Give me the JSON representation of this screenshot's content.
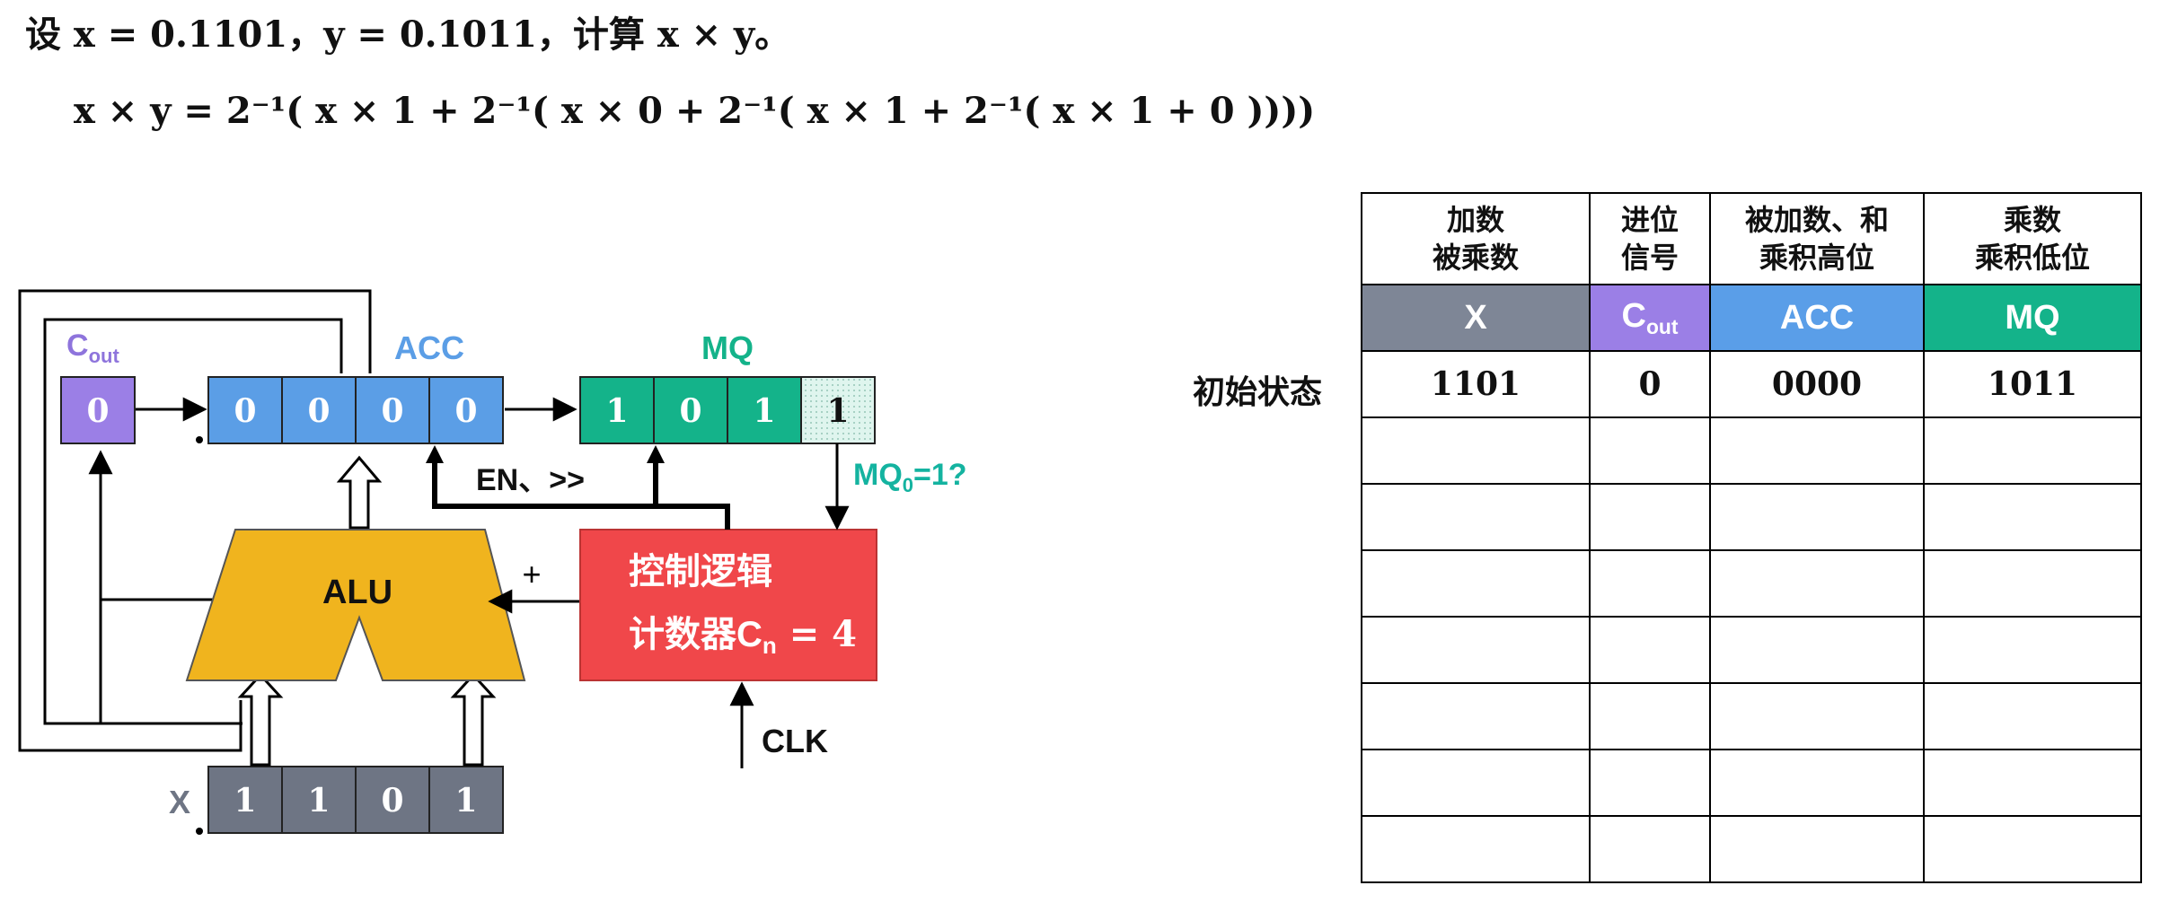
{
  "problem": {
    "statement": "设 x = 0.1101，y = 0.1011，计算 x × y。",
    "formula": "x × y  = 2⁻¹( x × 1 + 2⁻¹( x × 0 + 2⁻¹( x × 1 + 2⁻¹( x × 1 + 0 ))))"
  },
  "diagram": {
    "cout_label": "C",
    "cout_sub": "out",
    "cout_value": "0",
    "acc_label": "ACC",
    "acc_bits": [
      "0",
      "0",
      "0",
      "0"
    ],
    "mq_label": "MQ",
    "mq_bits": [
      "1",
      "0",
      "1",
      "1"
    ],
    "x_label": "X",
    "x_bits": [
      "1",
      "1",
      "0",
      "1"
    ],
    "alu_label": "ALU",
    "control_line1": "控制逻辑",
    "control_line2_prefix": "计数器C",
    "control_line2_sub": "n",
    "control_line2_suffix": " = 4",
    "en_label": "EN、>>",
    "mq0_prefix": "MQ",
    "mq0_sub": "0",
    "mq0_suffix": "=1?",
    "plus_label": "+",
    "clk_label": "CLK",
    "colors": {
      "cout": "#9b7fe6",
      "acc": "#5b9ee6",
      "mq": "#14b38a",
      "x": "#6e7584",
      "alu": "#f0b41e",
      "control": "#f0474a"
    }
  },
  "table": {
    "headers": [
      "加数\n被乘数",
      "进位\n信号",
      "被加数、和\n乘积高位",
      "乘数\n乘积低位"
    ],
    "color_row": {
      "x": "X",
      "cout_main": "C",
      "cout_sub": "out",
      "acc": "ACC",
      "mq": "MQ"
    },
    "row_label": "初始状态",
    "initial_row": [
      "1101",
      "0",
      "0000",
      "1011"
    ],
    "empty_rows": 7,
    "colors": {
      "x": "#7e8696",
      "cout": "#9b7fe6",
      "acc": "#5a9ee8",
      "mq": "#14b38a"
    }
  }
}
